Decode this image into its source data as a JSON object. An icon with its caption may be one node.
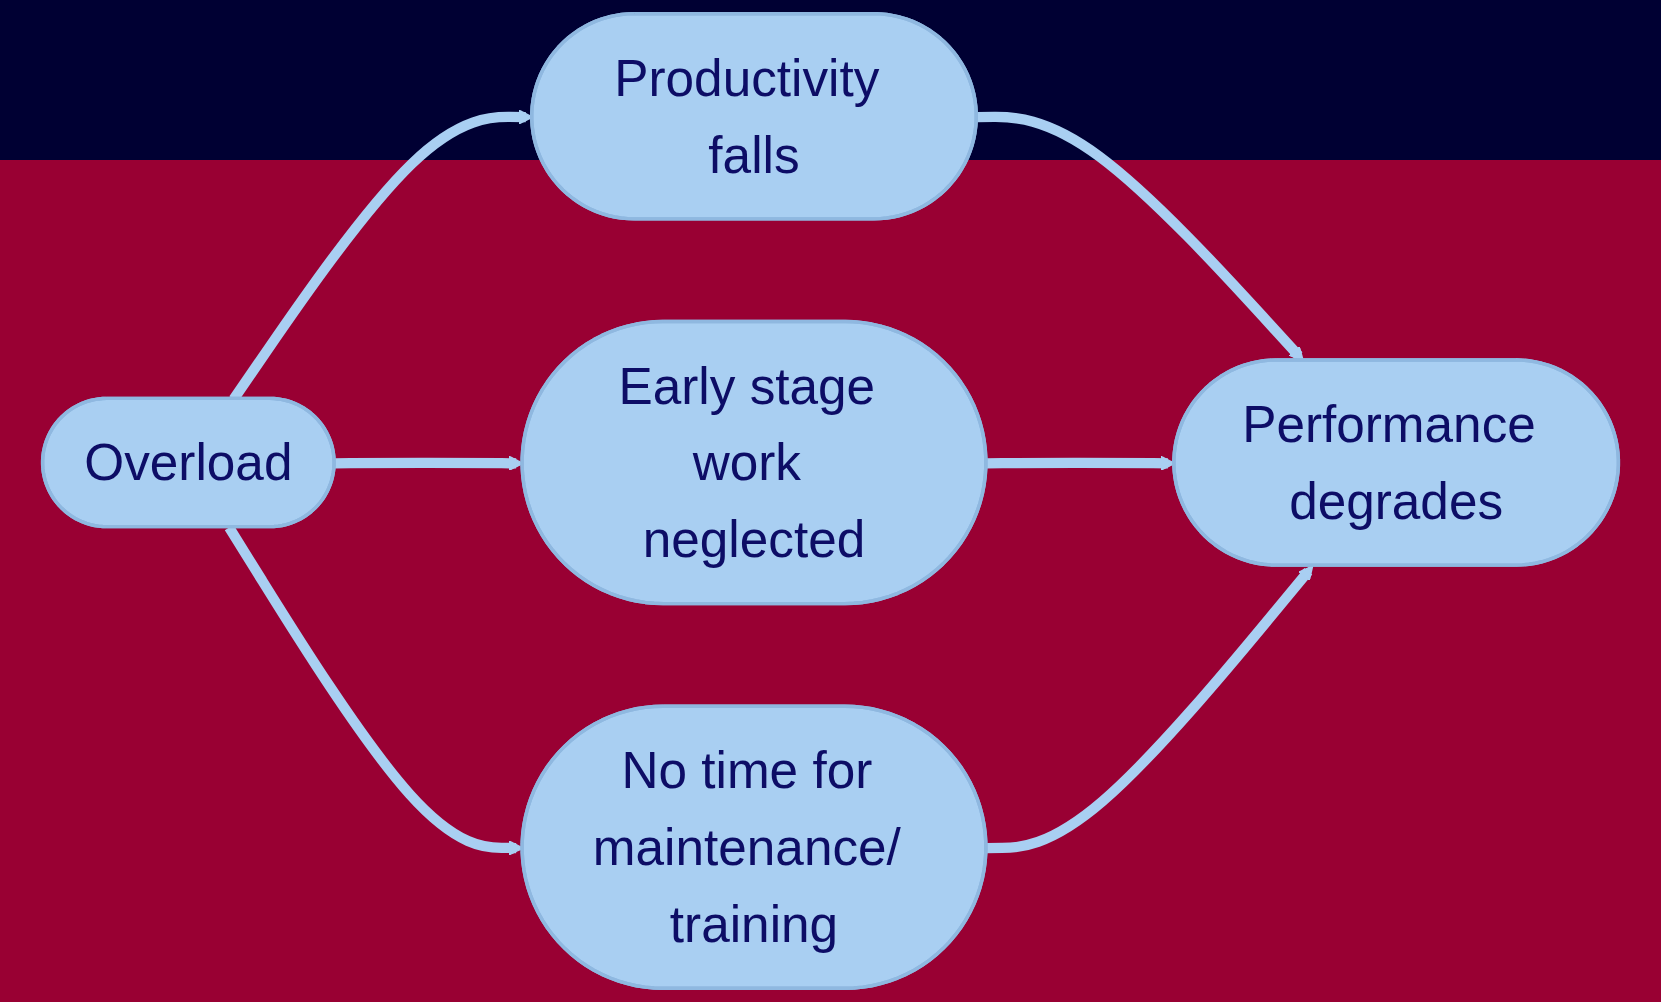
{
  "diagram": {
    "nodes": [
      {
        "text": [
          "Overload"
        ]
      },
      {
        "text": [
          "Productivity falls"
        ]
      },
      {
        "text": [
          "Early stage work neglected"
        ]
      },
      {
        "text": [
          "No time for maintenance/ training"
        ]
      },
      {
        "text": [
          "Performance degrades"
        ]
      }
    ],
    "edges": [
      {
        "from": 0,
        "to": 1,
        "arrow": "to"
      },
      {
        "from": 0,
        "to": 2,
        "arrow": "to"
      },
      {
        "from": 0,
        "to": 3,
        "arrow": "to"
      },
      {
        "from": 1,
        "to": 4,
        "arrow": "to"
      },
      {
        "from": 2,
        "to": 4,
        "arrow": "to"
      },
      {
        "from": 3,
        "to": 4,
        "arrow": "to"
      }
    ]
  }
}
